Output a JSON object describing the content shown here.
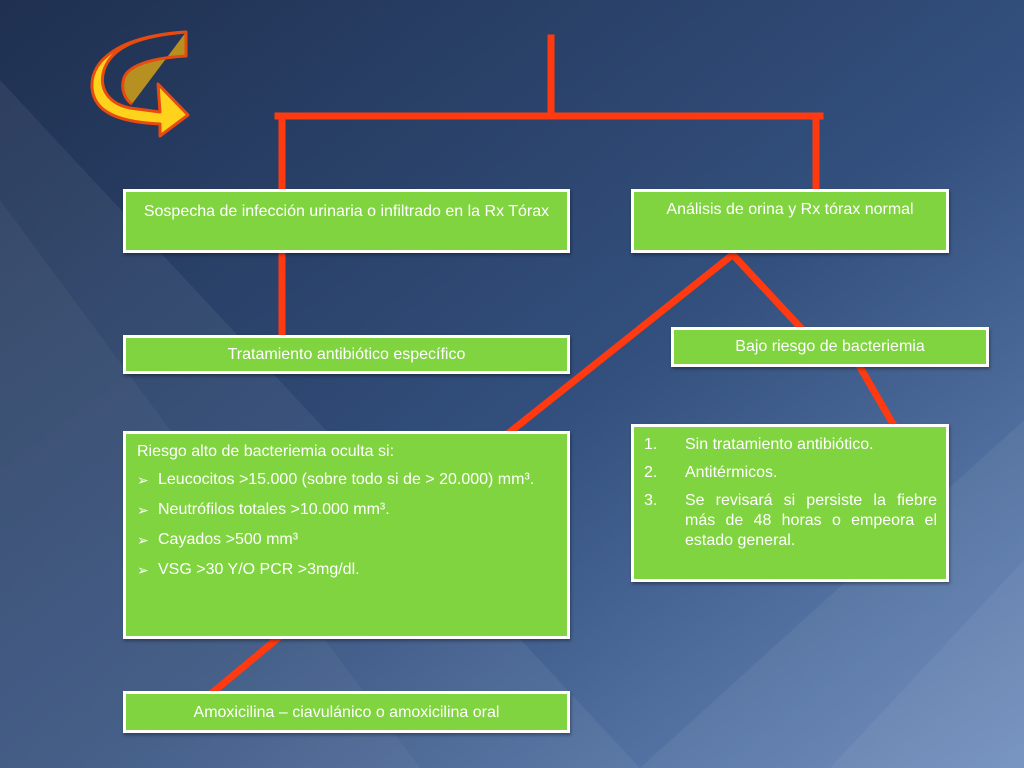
{
  "theme": {
    "background": "#2b4068",
    "background_light": "#5b79ab",
    "box_fill": "#80d440",
    "box_border": "#ffffff",
    "connector_color": "#ff3a10",
    "arrow_fill": "#ffd21c",
    "arrow_outline": "#e84b10"
  },
  "decoration": {
    "arrow_icon": "curved-back-arrow-icon"
  },
  "boxes": {
    "sospecha": "Sospecha de infección urinaria o infiltrado en la Rx Tórax",
    "analisis": "Análisis de orina y Rx tórax normal",
    "tratamiento": "Tratamiento antibiótico específico",
    "bajo_riesgo": "Bajo riesgo de bacteriemia",
    "riesgo_alto": {
      "intro": "Riesgo alto de bacteriemia oculta si:",
      "bullet_symbol": "➢",
      "items": [
        "Leucocitos >15.000 (sobre todo si de > 20.000) mm³.",
        "Neutrófilos totales >10.000 mm³.",
        "Cayados >500 mm³",
        "VSG >30 Y/O PCR >3mg/dl."
      ]
    },
    "acciones": [
      {
        "num": "1.",
        "text": "Sin tratamiento  antibiótico."
      },
      {
        "num": "2.",
        "text": "Antitérmicos."
      },
      {
        "num": "3.",
        "text": "Se revisará si persiste la fiebre más de 48 horas o empeora el estado general."
      }
    ],
    "amoxicilina": "Amoxicilina – ciavulánico o amoxicilina oral"
  }
}
